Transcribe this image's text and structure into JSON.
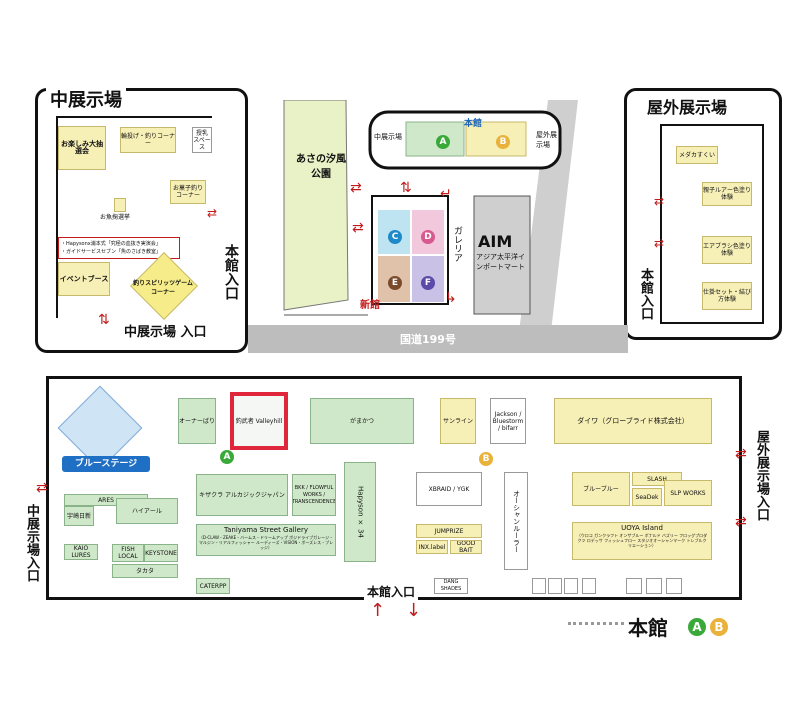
{
  "mid_hall_panel": {
    "title": "中展示場",
    "booths": {
      "lottery": "お楽しみ大抽選会",
      "casting": "輪投げ・釣りコーナー",
      "nursing": "授乳スペース",
      "candy": "お菓子釣りコーナー",
      "goldfish": "お魚掬選挙",
      "event_booth": "イベントブース",
      "spirits": "釣りスピリッツゲームコーナー"
    },
    "note_line1": "・Hapysonx浦本式「究極の血抜き実演会」",
    "note_line2": "・ガイドサービスセブン「魚のさばき教室」",
    "entrance_right": "本館入口",
    "entrance_bottom": "中展示場 入口"
  },
  "outdoor_panel": {
    "title": "屋外展示場",
    "items": [
      "メダカすくい",
      "親子ルアー色塗り体験",
      "エアブラシ色塗り体験",
      "仕掛セット・結び方体験"
    ],
    "entrance": "本館入口"
  },
  "overview": {
    "park": "あさの汐風公園",
    "main_hall": "本館",
    "mid_hall": "中展示場",
    "outdoor_hall": "屋外展示場",
    "galleria": "ガレリア",
    "aim": "AIM",
    "aim_sub": "アジア太平洋インポートマート",
    "new_hall": "新館",
    "road": "国道199号",
    "zones": [
      "A",
      "B",
      "C",
      "D",
      "E",
      "F"
    ]
  },
  "floor": {
    "blue_stage": "ブルーステージ",
    "left_entrance": "中展示場入口",
    "right_entrance": "屋外展示場入口",
    "bottom_entrance": "本館入口",
    "legend": "本館",
    "legend_zones": [
      "A",
      "B"
    ],
    "booths": {
      "ownerbari": "オーナーばり",
      "valleyhill": "釣武者 Valleyhill",
      "gamakatsu": "がまかつ",
      "sunline": "サンライン",
      "jackson": "Jackson / Bluestorm / bifarr",
      "daiwa": "ダイワ（グローブライド株式会社）",
      "kizakura": "キザクラ アルカジックジャパン",
      "bkk": "BKK / FLOWFUL WORKS / TRANSCENDENCE",
      "hapyson": "Hapyson × 34",
      "xbraid": "XBRAID / YGK",
      "oceanruler": "オーシャンルーラー",
      "slash": "SLASH",
      "blueblue": "ブルーブルー",
      "seadek": "SeaDek",
      "slpworks": "SLP WORKS",
      "uoya": "UOYA Island",
      "uoya_sub": "（ウロコ ガンクラフト オンザブルー ボナルド バズリー フロッグプロダクツ ロデッサ フィッシュフロー スタジオオーシャンマーク トレブルクリエーション）",
      "taniyama": "Taniyama Street Gallery",
      "taniyama_sub": "（D-CLAW・ZEAKE・バームス・ドリームアップ ポジドライブガレージ・マルジン・リアルフィッシャー ルーディーズ・VISION・ボーズレス・ブレッジ）",
      "jumprize": "JUMPRIZE",
      "inxlabel": "INX.label",
      "goodbait": "GOOD BAIT",
      "ares": "ARES",
      "umnichi": "宇崎日新",
      "hiyarl": "ハイアール",
      "kaiolures": "KAIO LURES",
      "fishlocal": "FISH LOCAL",
      "keystone": "KEYSTONE",
      "takata": "タカタ",
      "caterpp": "CATERPP",
      "dang": "DANG SHADES"
    }
  }
}
